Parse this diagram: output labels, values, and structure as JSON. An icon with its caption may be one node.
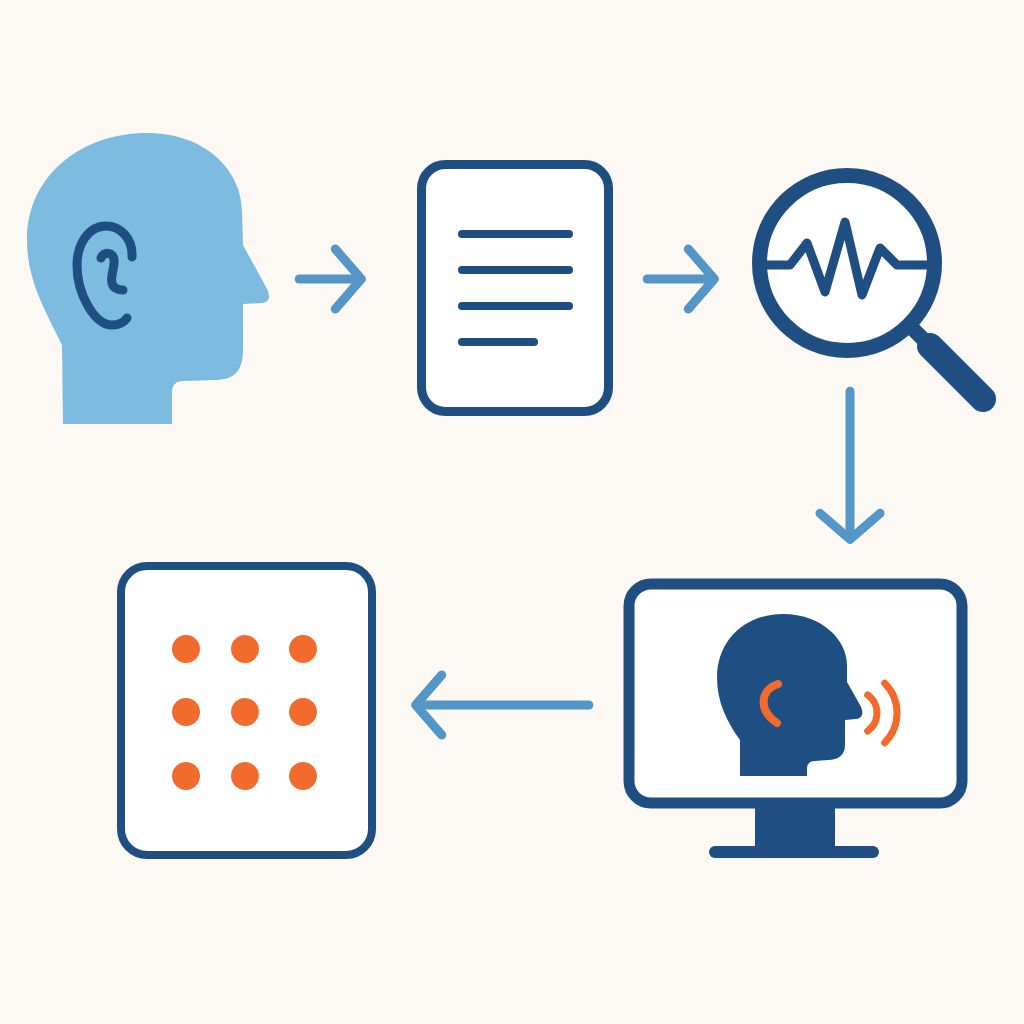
{
  "diagram": {
    "nodes": [
      {
        "text": [],
        "shape": "person"
      },
      {
        "text": [],
        "shape": "picture"
      },
      {
        "text": [],
        "shape": "picture"
      },
      {
        "text": [],
        "shape": "picture"
      },
      {
        "text": [],
        "shape": "picture"
      }
    ],
    "edges": [
      {
        "from": 0,
        "to": 1,
        "arrow": "to"
      },
      {
        "from": 1,
        "to": 2,
        "arrow": "to"
      },
      {
        "from": 2,
        "to": 3,
        "arrow": "to"
      },
      {
        "from": 3,
        "to": 4,
        "arrow": "to"
      }
    ]
  }
}
